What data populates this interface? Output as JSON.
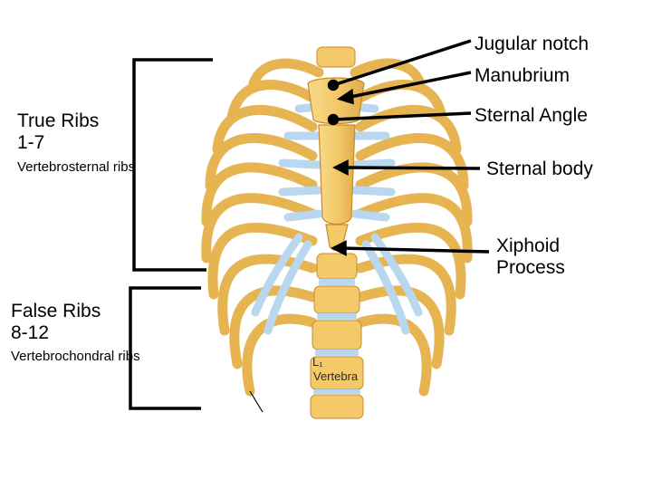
{
  "labels": {
    "jugular_notch": "Jugular notch",
    "manubrium": "Manubrium",
    "sternal_angle": "Sternal Angle",
    "sternal_body": "Sternal body",
    "xiphoid_line1": "Xiphoid",
    "xiphoid_line2": "Process",
    "true_ribs_line1": "True Ribs",
    "true_ribs_line2": "1-7",
    "true_ribs_sub": "Vertebrosternal ribs",
    "false_ribs_line1": "False Ribs",
    "false_ribs_line2": "8-12",
    "false_ribs_sub": "Vertebrochondral ribs",
    "l1": "L₁",
    "vertebra": "Vertebra"
  },
  "colors": {
    "bone": "#f3c96a",
    "bone_dark": "#c98a2a",
    "cartilage": "#b9d7ee",
    "cartilage_edge": "#7fa9cc",
    "line": "#000000"
  }
}
